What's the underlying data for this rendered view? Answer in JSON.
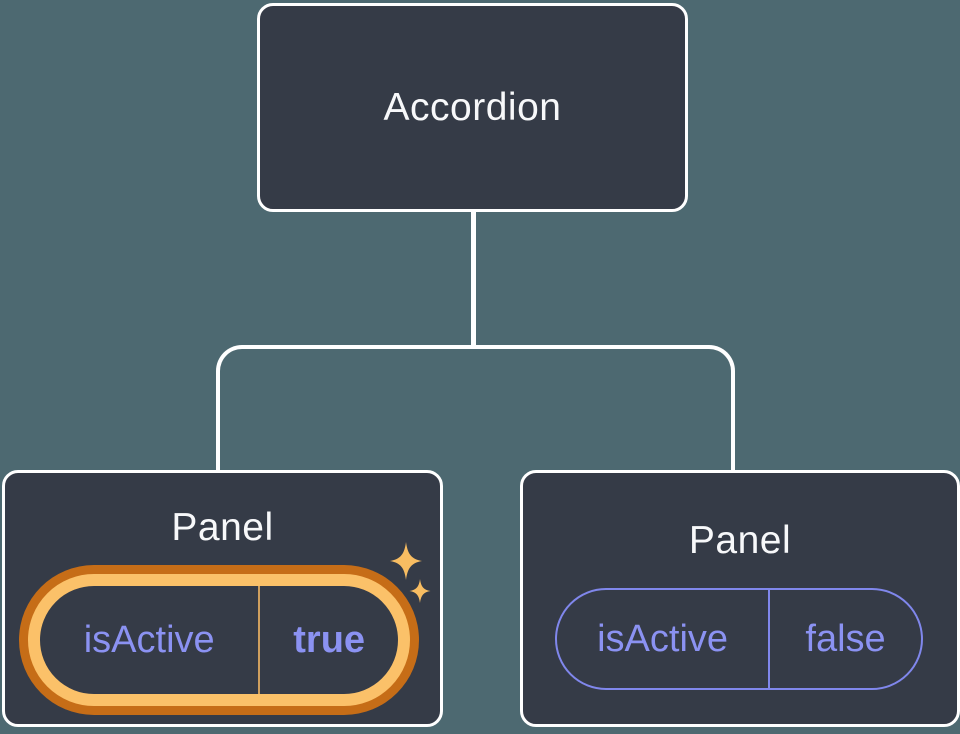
{
  "diagram": {
    "root": {
      "label": "Accordion"
    },
    "panels": [
      {
        "title": "Panel",
        "prop_name": "isActive",
        "prop_value": "true",
        "highlighted": true
      },
      {
        "title": "Panel",
        "prop_name": "isActive",
        "prop_value": "false",
        "highlighted": false
      }
    ]
  },
  "icons": {
    "sparkles": "sparkles-icon"
  },
  "colors": {
    "background": "#4d6971",
    "node_fill": "#353b47",
    "node_border": "#ffffff",
    "connector": "#ffffff",
    "title_text": "#f7f8fa",
    "prop_text": "#8b92f2",
    "inactive_pill_border": "#8087ec",
    "highlight_ring_outer": "#c66d17",
    "highlight_ring_inner": "#fbc169",
    "highlight_divider": "#cf9f5e",
    "sparkle": "#f8bd62"
  }
}
